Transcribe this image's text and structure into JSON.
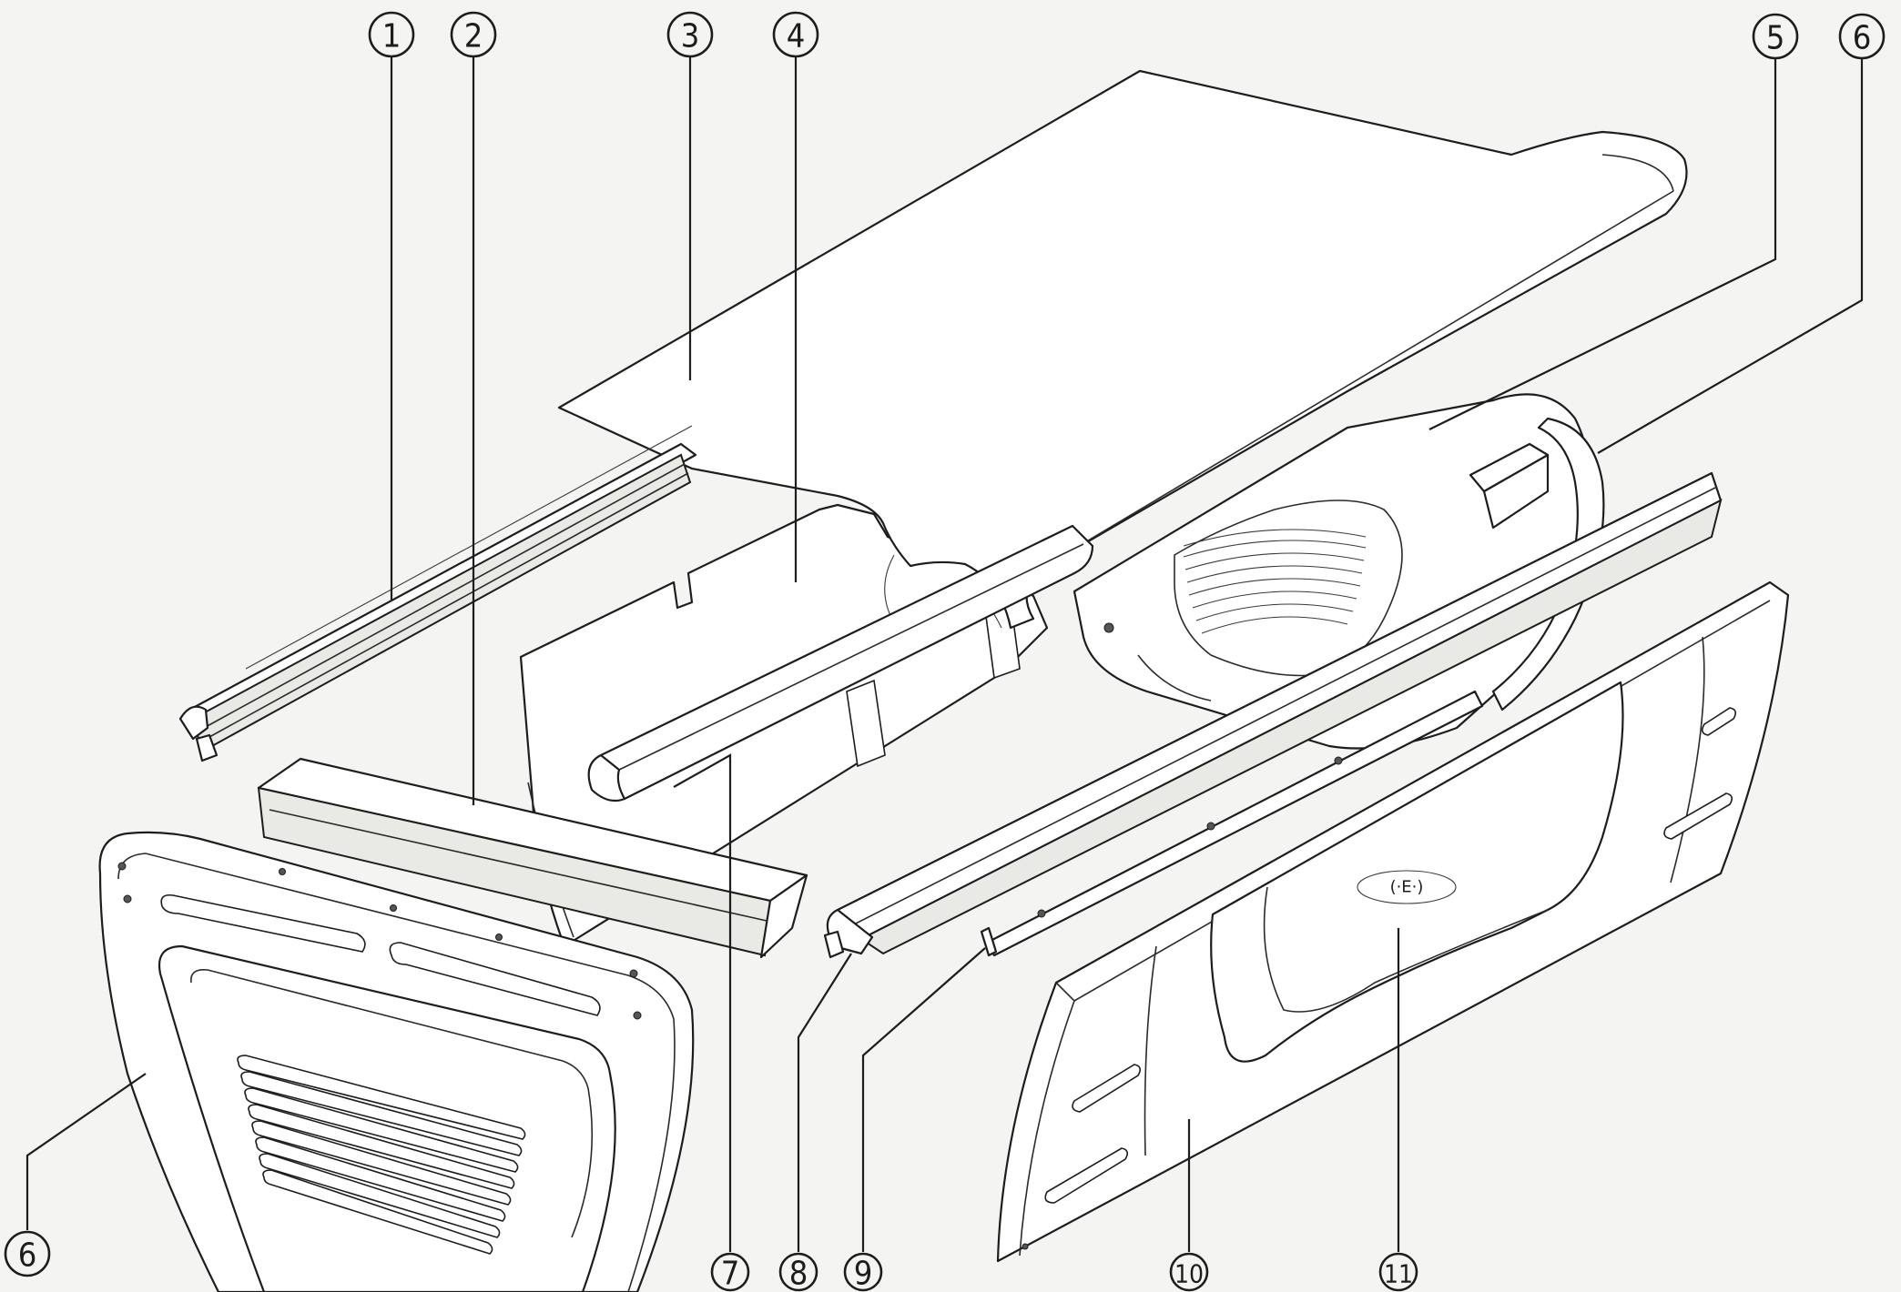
{
  "callouts": [
    {
      "id": "c1",
      "label": "1"
    },
    {
      "id": "c2",
      "label": "2"
    },
    {
      "id": "c3",
      "label": "3"
    },
    {
      "id": "c4",
      "label": "4"
    },
    {
      "id": "c5",
      "label": "5"
    },
    {
      "id": "c6a",
      "label": "6"
    },
    {
      "id": "c6b",
      "label": "6"
    },
    {
      "id": "c7",
      "label": "7"
    },
    {
      "id": "c8",
      "label": "8"
    },
    {
      "id": "c9",
      "label": "9"
    },
    {
      "id": "c10",
      "label": "10"
    },
    {
      "id": "c11",
      "label": "11"
    }
  ],
  "badge": {
    "text": "(·E·)"
  },
  "colors": {
    "ink": "#1d1d1d",
    "paper": "#f4f4f2",
    "panel": "#ffffff"
  }
}
